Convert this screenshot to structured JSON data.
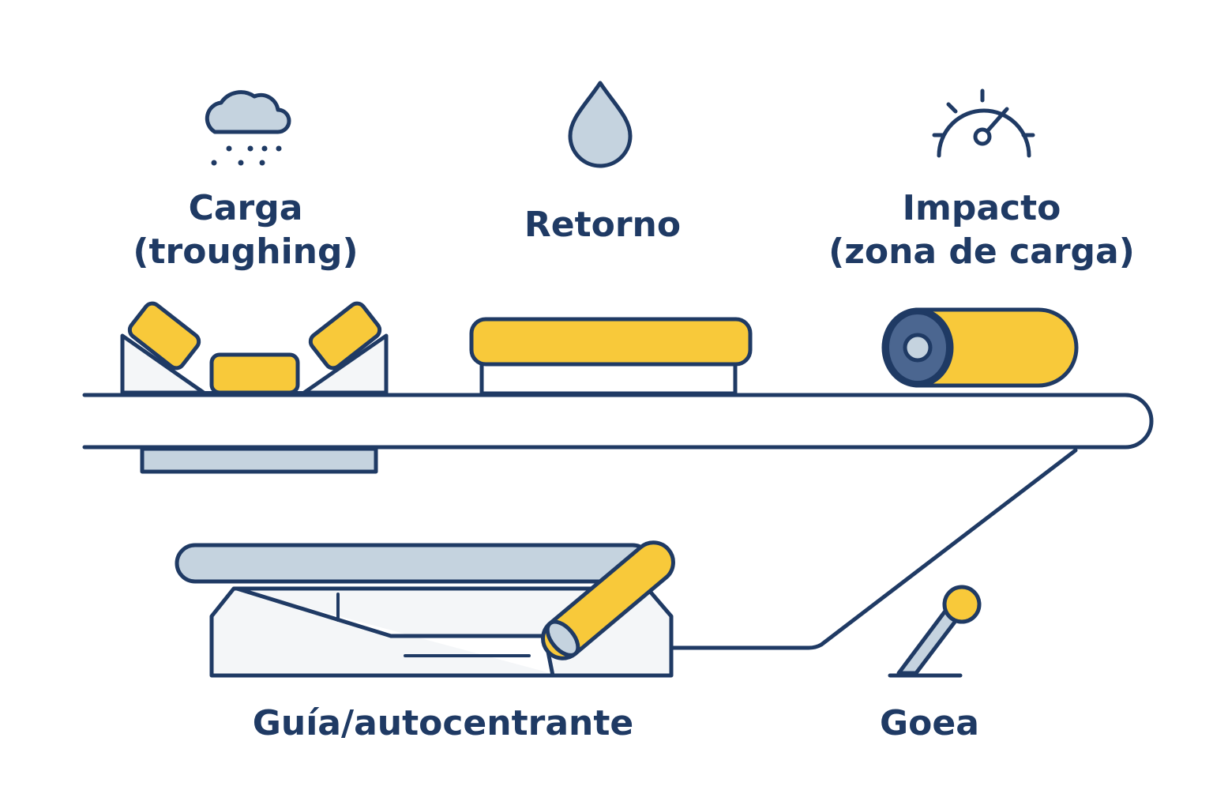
{
  "labels": {
    "carga_line1": "Carga",
    "carga_line2": "(troughing)",
    "retorno": "Retorno",
    "impacto_line1": "Impacto",
    "impacto_line2": "(zona de carga)",
    "guia": "Guía/autocentrante",
    "goea": "Goea"
  },
  "icons": {
    "carga": "cloud-rain-icon",
    "retorno": "water-drop-icon",
    "impacto": "gauge-icon"
  },
  "colors": {
    "navy": "#1f3a64",
    "yellow": "#f8c93a",
    "light_blue": "#c5d3df",
    "frame_fill": "#f4f6f8",
    "background": "#ffffff"
  }
}
